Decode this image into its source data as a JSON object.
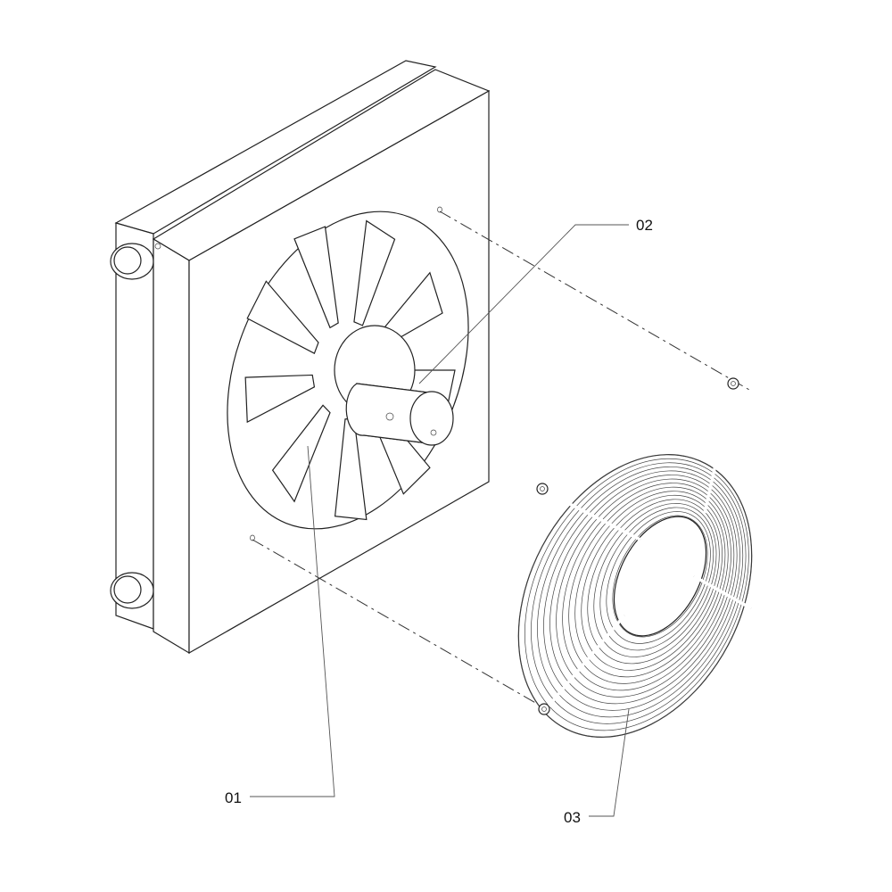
{
  "callouts": [
    {
      "id": "01",
      "label": "01",
      "part": "fan"
    },
    {
      "id": "02",
      "label": "02",
      "part": "motor"
    },
    {
      "id": "03",
      "label": "03",
      "part": "fan-guard"
    }
  ],
  "colors": {
    "line": "#222222",
    "background": "#ffffff"
  }
}
